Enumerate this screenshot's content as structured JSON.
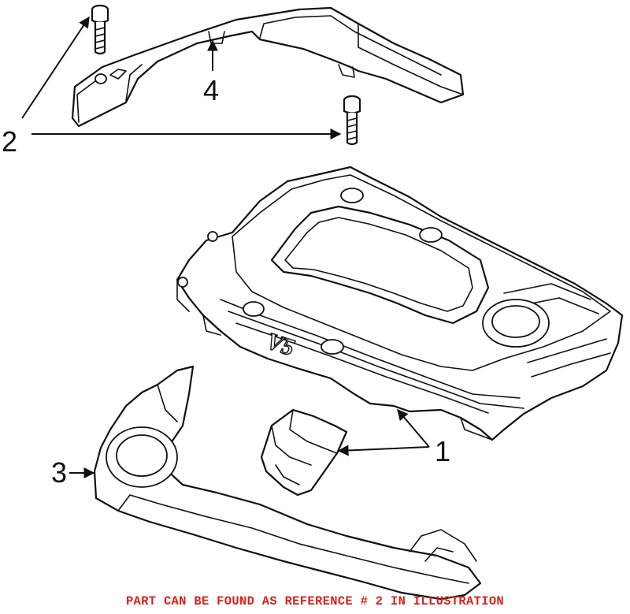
{
  "diagram": {
    "callouts": [
      "1",
      "2",
      "3",
      "4"
    ],
    "emboss_text": "V5"
  },
  "footer": {
    "note": "PART CAN BE FOUND AS REFERENCE # 2 IN ILLUSTRATION",
    "note_color": "#d9231d"
  },
  "colors": {
    "line": "#111111",
    "background": "#ffffff"
  }
}
